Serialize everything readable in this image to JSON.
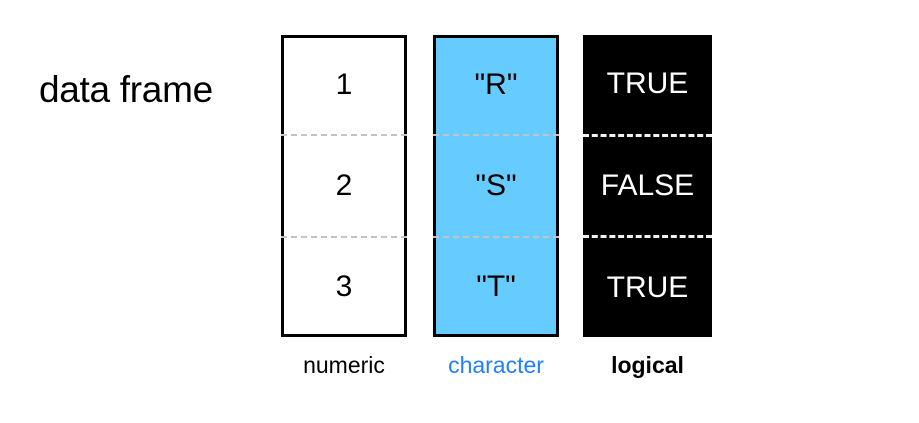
{
  "diagram": {
    "title": "data frame",
    "background_color": "#ffffff"
  },
  "columns": [
    {
      "id": "numeric",
      "caption": "numeric",
      "caption_color": "#000000",
      "caption_bold": false,
      "fill_color": "#ffffff",
      "border_color": "#000000",
      "text_color": "#000000",
      "separator_color": "#c3c3c3",
      "cells": [
        "1",
        "2",
        "3"
      ]
    },
    {
      "id": "character",
      "caption": "character",
      "caption_color": "#2080ff",
      "caption_bold": false,
      "fill_color": "#66ccff",
      "border_color": "#000000",
      "text_color": "#000000",
      "separator_color": "#cfe9f7",
      "cells": [
        "\"R\"",
        "\"S\"",
        "\"T\""
      ]
    },
    {
      "id": "logical",
      "caption": "logical",
      "caption_color": "#000000",
      "caption_bold": true,
      "fill_color": "#000000",
      "border_color": "#000000",
      "text_color": "#ffffff",
      "separator_color": "#f2f2f2",
      "cells": [
        "TRUE",
        "FALSE",
        "TRUE"
      ]
    }
  ]
}
